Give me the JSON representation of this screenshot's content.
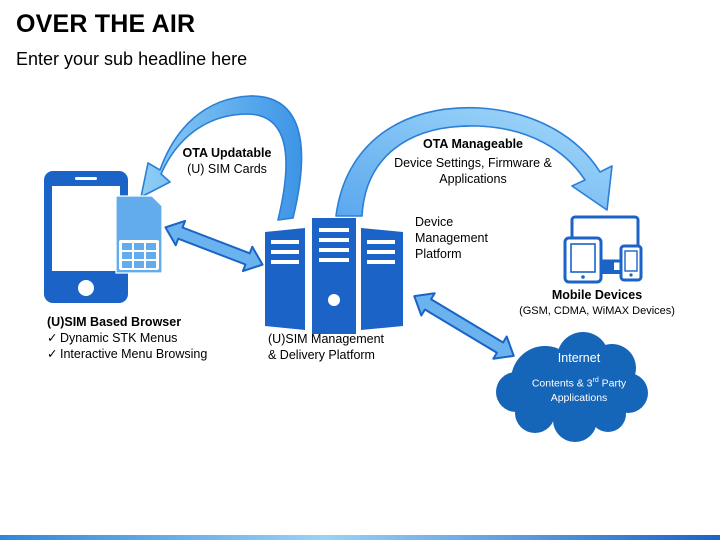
{
  "header": {
    "title": "OVER THE AIR",
    "subtitle": "Enter your sub headline here"
  },
  "ota_updatable": {
    "title": "OTA Updatable",
    "line1": "(U) SIM Cards"
  },
  "ota_manageable": {
    "title": "OTA Manageable",
    "line1": "Device Settings, Firmware &",
    "line2": "Applications"
  },
  "device_management": {
    "line1": "Device",
    "line2": "Management",
    "line3": "Platform"
  },
  "sim_browser": {
    "title": "(U)SIM Based Browser",
    "items": [
      "Dynamic STK Menus",
      "Interactive Menu Browsing"
    ]
  },
  "usim_platform": {
    "line1": "(U)SIM Management",
    "line2": "& Delivery Platform"
  },
  "mobile_devices": {
    "title": "Mobile Devices",
    "subtitle": "(GSM, CDMA, WiMAX Devices)"
  },
  "internet": {
    "title": "Internet",
    "line1_pre": "Contents & 3",
    "line1_sup": "rd",
    "line1_post": " Party",
    "line2": "Applications"
  },
  "icons": [
    "smartphone-icon",
    "sim-card-icon",
    "server-icon",
    "multi-device-icon",
    "cloud-icon"
  ],
  "colors": {
    "dark_blue": "#1b63c6",
    "light_blue": "#6ab3ee",
    "cloud_blue": "#1565b8",
    "title_color": "#000000"
  }
}
